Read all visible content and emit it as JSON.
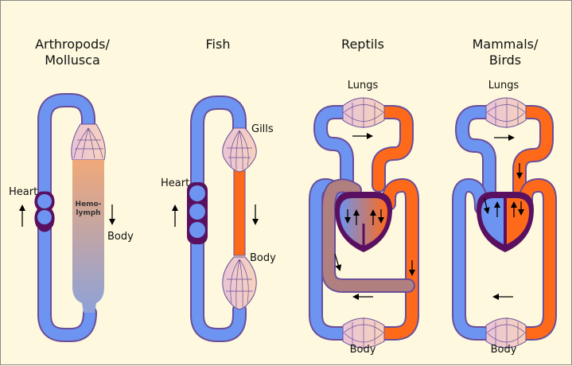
{
  "titles": {
    "arthropods": "Arthropods/",
    "arthropods_line2": "Mollusca",
    "fish": "Fish",
    "reptils": "Reptils",
    "mammals": "Mammals/",
    "mammals_line2": "Birds"
  },
  "labels": {
    "heart_arthropod": "Heart",
    "hemo1": "Hemo-",
    "hemo2": "lymph",
    "body_arthropod": "Body",
    "heart_fish": "Heart",
    "gills": "Gills",
    "body_fish": "Body",
    "lungs_reptile": "Lungs",
    "body_reptile": "Body",
    "lungs_mammal": "Lungs",
    "body_mammal": "Body"
  },
  "colors": {
    "background": "#fdf8de",
    "deoxygenated": "#6d94f0",
    "oxygenated": "#ff6a1a",
    "mixed": "#b08080",
    "vessel_outline": "#6a4e9a",
    "heart_wall": "#5a1060",
    "hemolymph_top": "#f0a878",
    "hemolymph_bottom": "#8ea2d8"
  }
}
